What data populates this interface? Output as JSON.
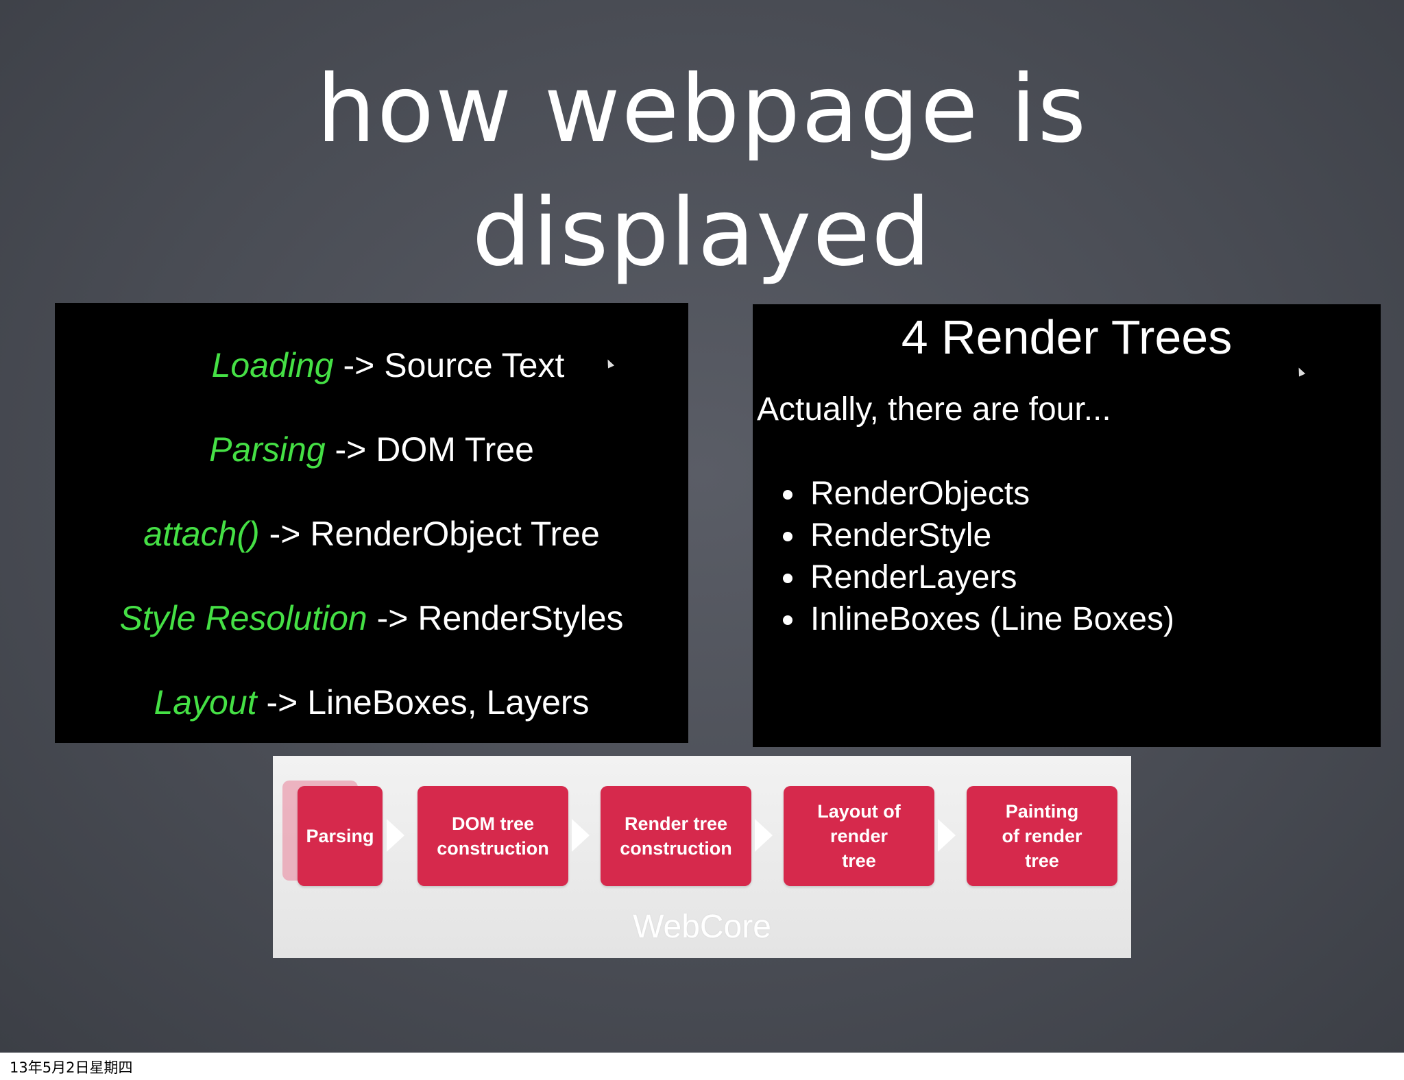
{
  "slide": {
    "title": "how webpage is displayed"
  },
  "left_panel": {
    "lines": [
      {
        "keyword": "Loading",
        "arrow": " -> ",
        "result": "Source Text"
      },
      {
        "keyword": "Parsing",
        "arrow": " -> ",
        "result": "DOM Tree"
      },
      {
        "keyword": "attach()",
        "arrow": " -> ",
        "result": "RenderObject Tree"
      },
      {
        "keyword": "Style Resolution",
        "arrow": " -> ",
        "result": "RenderStyles"
      },
      {
        "keyword": "Layout",
        "arrow": " -> ",
        "result": "LineBoxes, Layers"
      }
    ]
  },
  "right_panel": {
    "title": "4 Render Trees",
    "intro": "Actually, there are four...",
    "items": [
      "RenderObjects",
      "RenderStyle",
      "RenderLayers",
      "InlineBoxes (Line Boxes)"
    ]
  },
  "pipeline": {
    "stages": [
      "Parsing",
      "DOM tree construction",
      "Render tree construction",
      "Layout of render tree",
      "Painting of render tree"
    ],
    "label": "WebCore",
    "colors": {
      "stage": "#d6294c",
      "background": "#eeeeee"
    }
  },
  "footer": {
    "date": "13年5月2日星期四"
  },
  "colors": {
    "keyword": "#45e045",
    "slide_background": "#4a4d55"
  }
}
